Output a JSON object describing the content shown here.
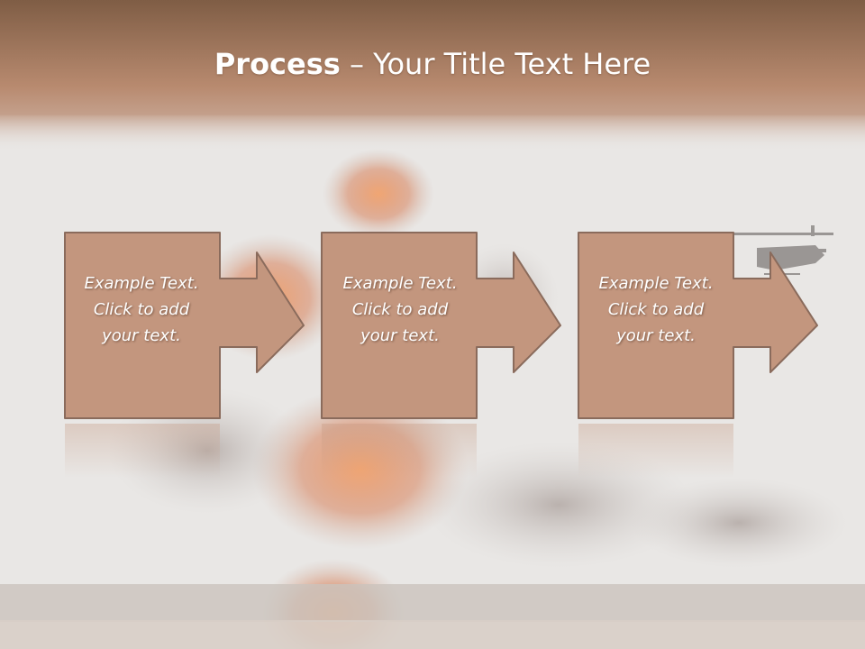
{
  "slide": {
    "title_bold": "Process",
    "title_sep": " – ",
    "title_rest": "Your Title Text Here"
  },
  "steps": [
    {
      "text": "Example Text.\nClick  to add\nyour text."
    },
    {
      "text": "Example Text.\nClick  to add\nyour text."
    },
    {
      "text": "Example Text.\nClick  to add\nyour text."
    }
  ],
  "colors": {
    "header_top": "#7f5d45",
    "header_bottom": "#b88a6f",
    "box_fill": "#c3967e",
    "box_border": "#8a6b5c",
    "text": "#ffffff"
  }
}
